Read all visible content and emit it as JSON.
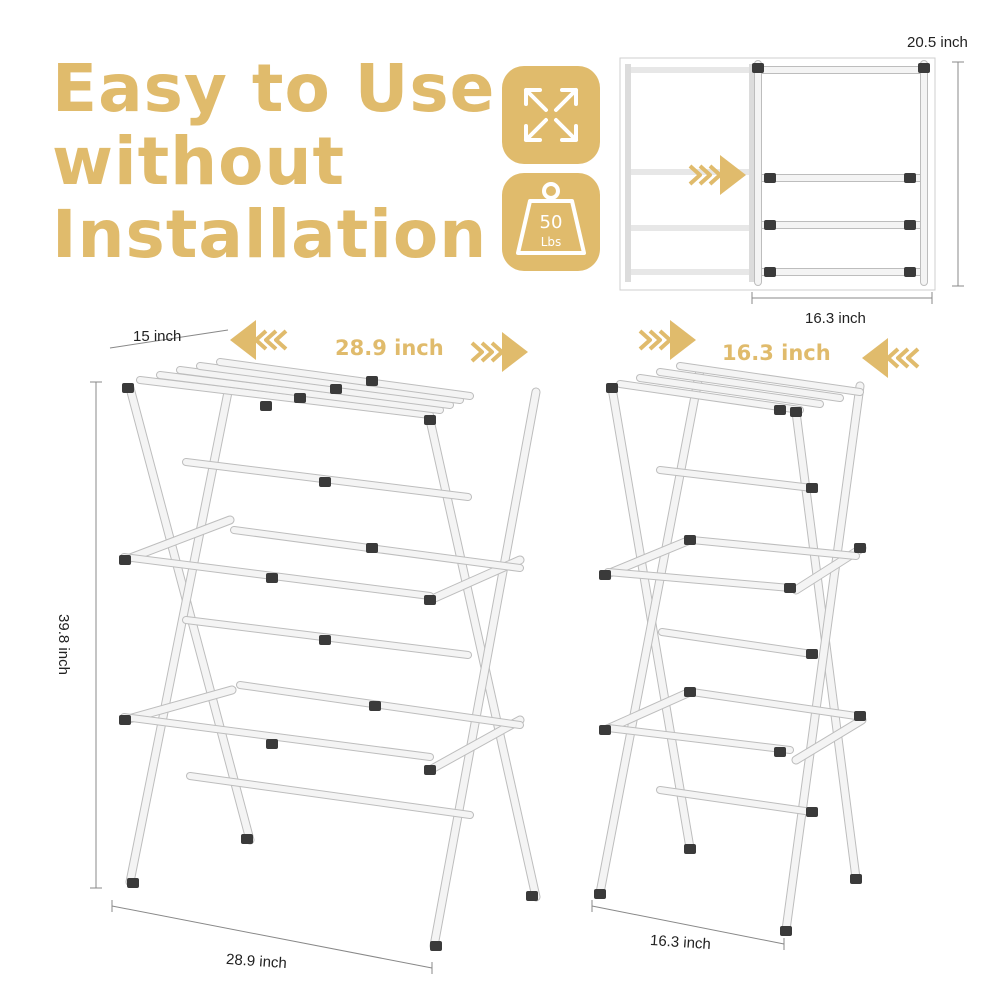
{
  "headline": {
    "line1": "Easy to Use",
    "line2": "without",
    "line3": "Installation"
  },
  "badges": {
    "expand_icon": "expand-arrows-icon",
    "weight_icon": "weight-icon",
    "weight_value": "50",
    "weight_unit": "Lbs"
  },
  "inset": {
    "height_label": "20.5 inch",
    "folded_width_label": "16.3 inch",
    "arrow_icon": "chevrons-right-icon"
  },
  "large_rack": {
    "depth_label": "15 inch",
    "width_label_top": "28.9 inch",
    "height_label": "39.8 inch",
    "width_label_bottom": "28.9 inch"
  },
  "small_rack": {
    "width_label_top": "16.3 inch",
    "width_label_bottom": "16.3 inch"
  },
  "colors": {
    "accent": "#e0bb6c",
    "frame": "#f4f4f4",
    "connector": "#3a3a3a",
    "text": "#222222"
  }
}
